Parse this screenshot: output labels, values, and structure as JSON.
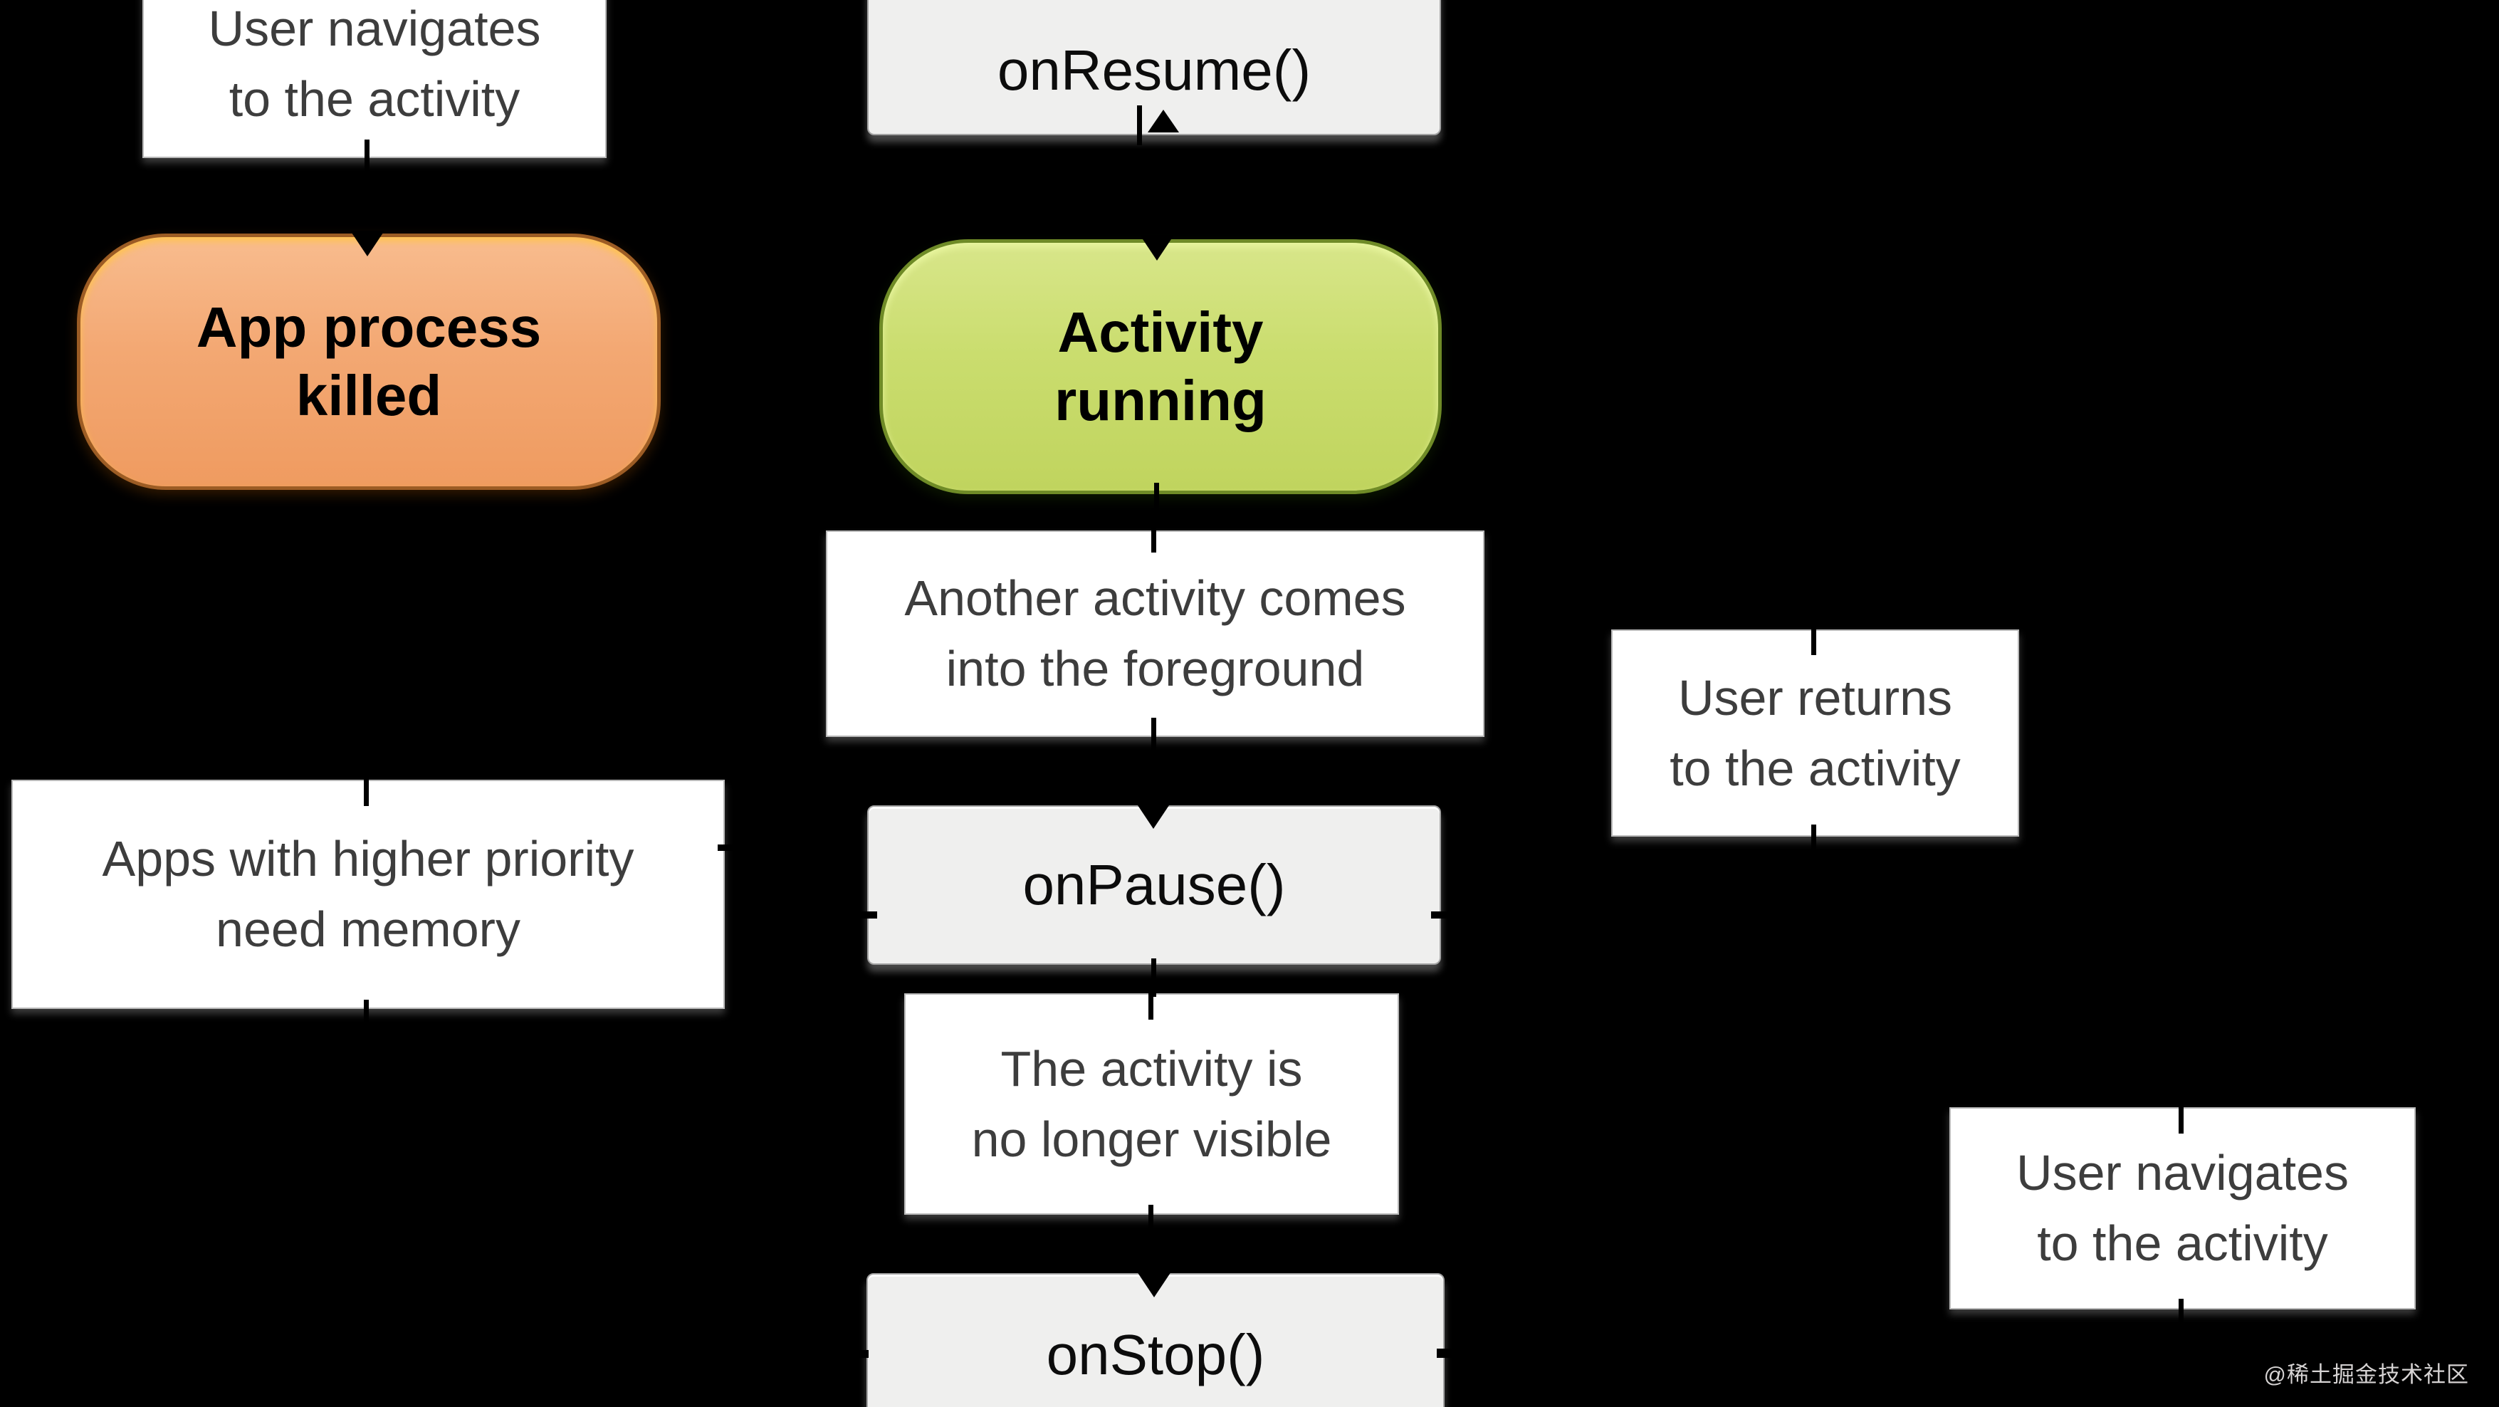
{
  "diagram": {
    "background_color": "#000000",
    "nodes": {
      "label_user_navigates_top": {
        "type": "label",
        "lines": [
          "User navigates",
          "to the activity"
        ]
      },
      "method_on_resume": {
        "type": "method",
        "label": "onResume()"
      },
      "state_app_process_killed": {
        "type": "state",
        "lines": [
          "App process",
          "killed"
        ],
        "fill": "#f3a873",
        "border": "#9c5c24"
      },
      "state_activity_running": {
        "type": "state",
        "lines": [
          "Activity",
          "running"
        ],
        "fill": "#cadd6e",
        "border": "#6f8b27"
      },
      "label_another_activity": {
        "type": "label",
        "lines": [
          "Another activity comes",
          "into the foreground"
        ]
      },
      "label_user_returns": {
        "type": "label",
        "lines": [
          "User returns",
          "to the activity"
        ]
      },
      "label_apps_priority": {
        "type": "label",
        "lines": [
          "Apps with higher priority",
          "need memory"
        ]
      },
      "method_on_pause": {
        "type": "method",
        "label": "onPause()"
      },
      "label_activity_not_visible": {
        "type": "label",
        "lines": [
          "The activity is",
          "no longer visible"
        ]
      },
      "label_user_navigates_bottom": {
        "type": "label",
        "lines": [
          "User navigates",
          "to the activity"
        ]
      },
      "method_on_stop": {
        "type": "method",
        "label": "onStop()"
      }
    },
    "colors": {
      "label_bg": "#ffffff",
      "label_border": "#b9b9b9",
      "label_text": "#3d3d3d",
      "method_bg": "#efefee",
      "method_border": "#a3a3a3",
      "method_text": "#0c0c0c",
      "state_text": "#000000",
      "orange_top": "#f8bc8e",
      "orange_bottom": "#ef9b60",
      "orange_border": "#9c5c24",
      "green_top": "#d8e68a",
      "green_bottom": "#c0d45e",
      "green_border": "#6f8b27",
      "connector": "#000000"
    },
    "watermark": {
      "text": "@稀土掘金技术社区",
      "color": "#d6d3d3"
    }
  }
}
